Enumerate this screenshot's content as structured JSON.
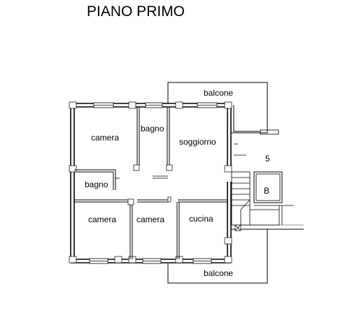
{
  "plan": {
    "title": "PIANO PRIMO",
    "rooms": {
      "camera_top": "camera",
      "bagno_top": "bagno",
      "soggiorno": "soggiorno",
      "bagno_left": "bagno",
      "camera_bottom_left": "camera",
      "camera_bottom_mid": "camera",
      "cucina": "cucina",
      "balcone_top": "balcone",
      "balcone_bottom": "balcone"
    },
    "stair": {
      "number": "5",
      "lift": "B"
    }
  }
}
